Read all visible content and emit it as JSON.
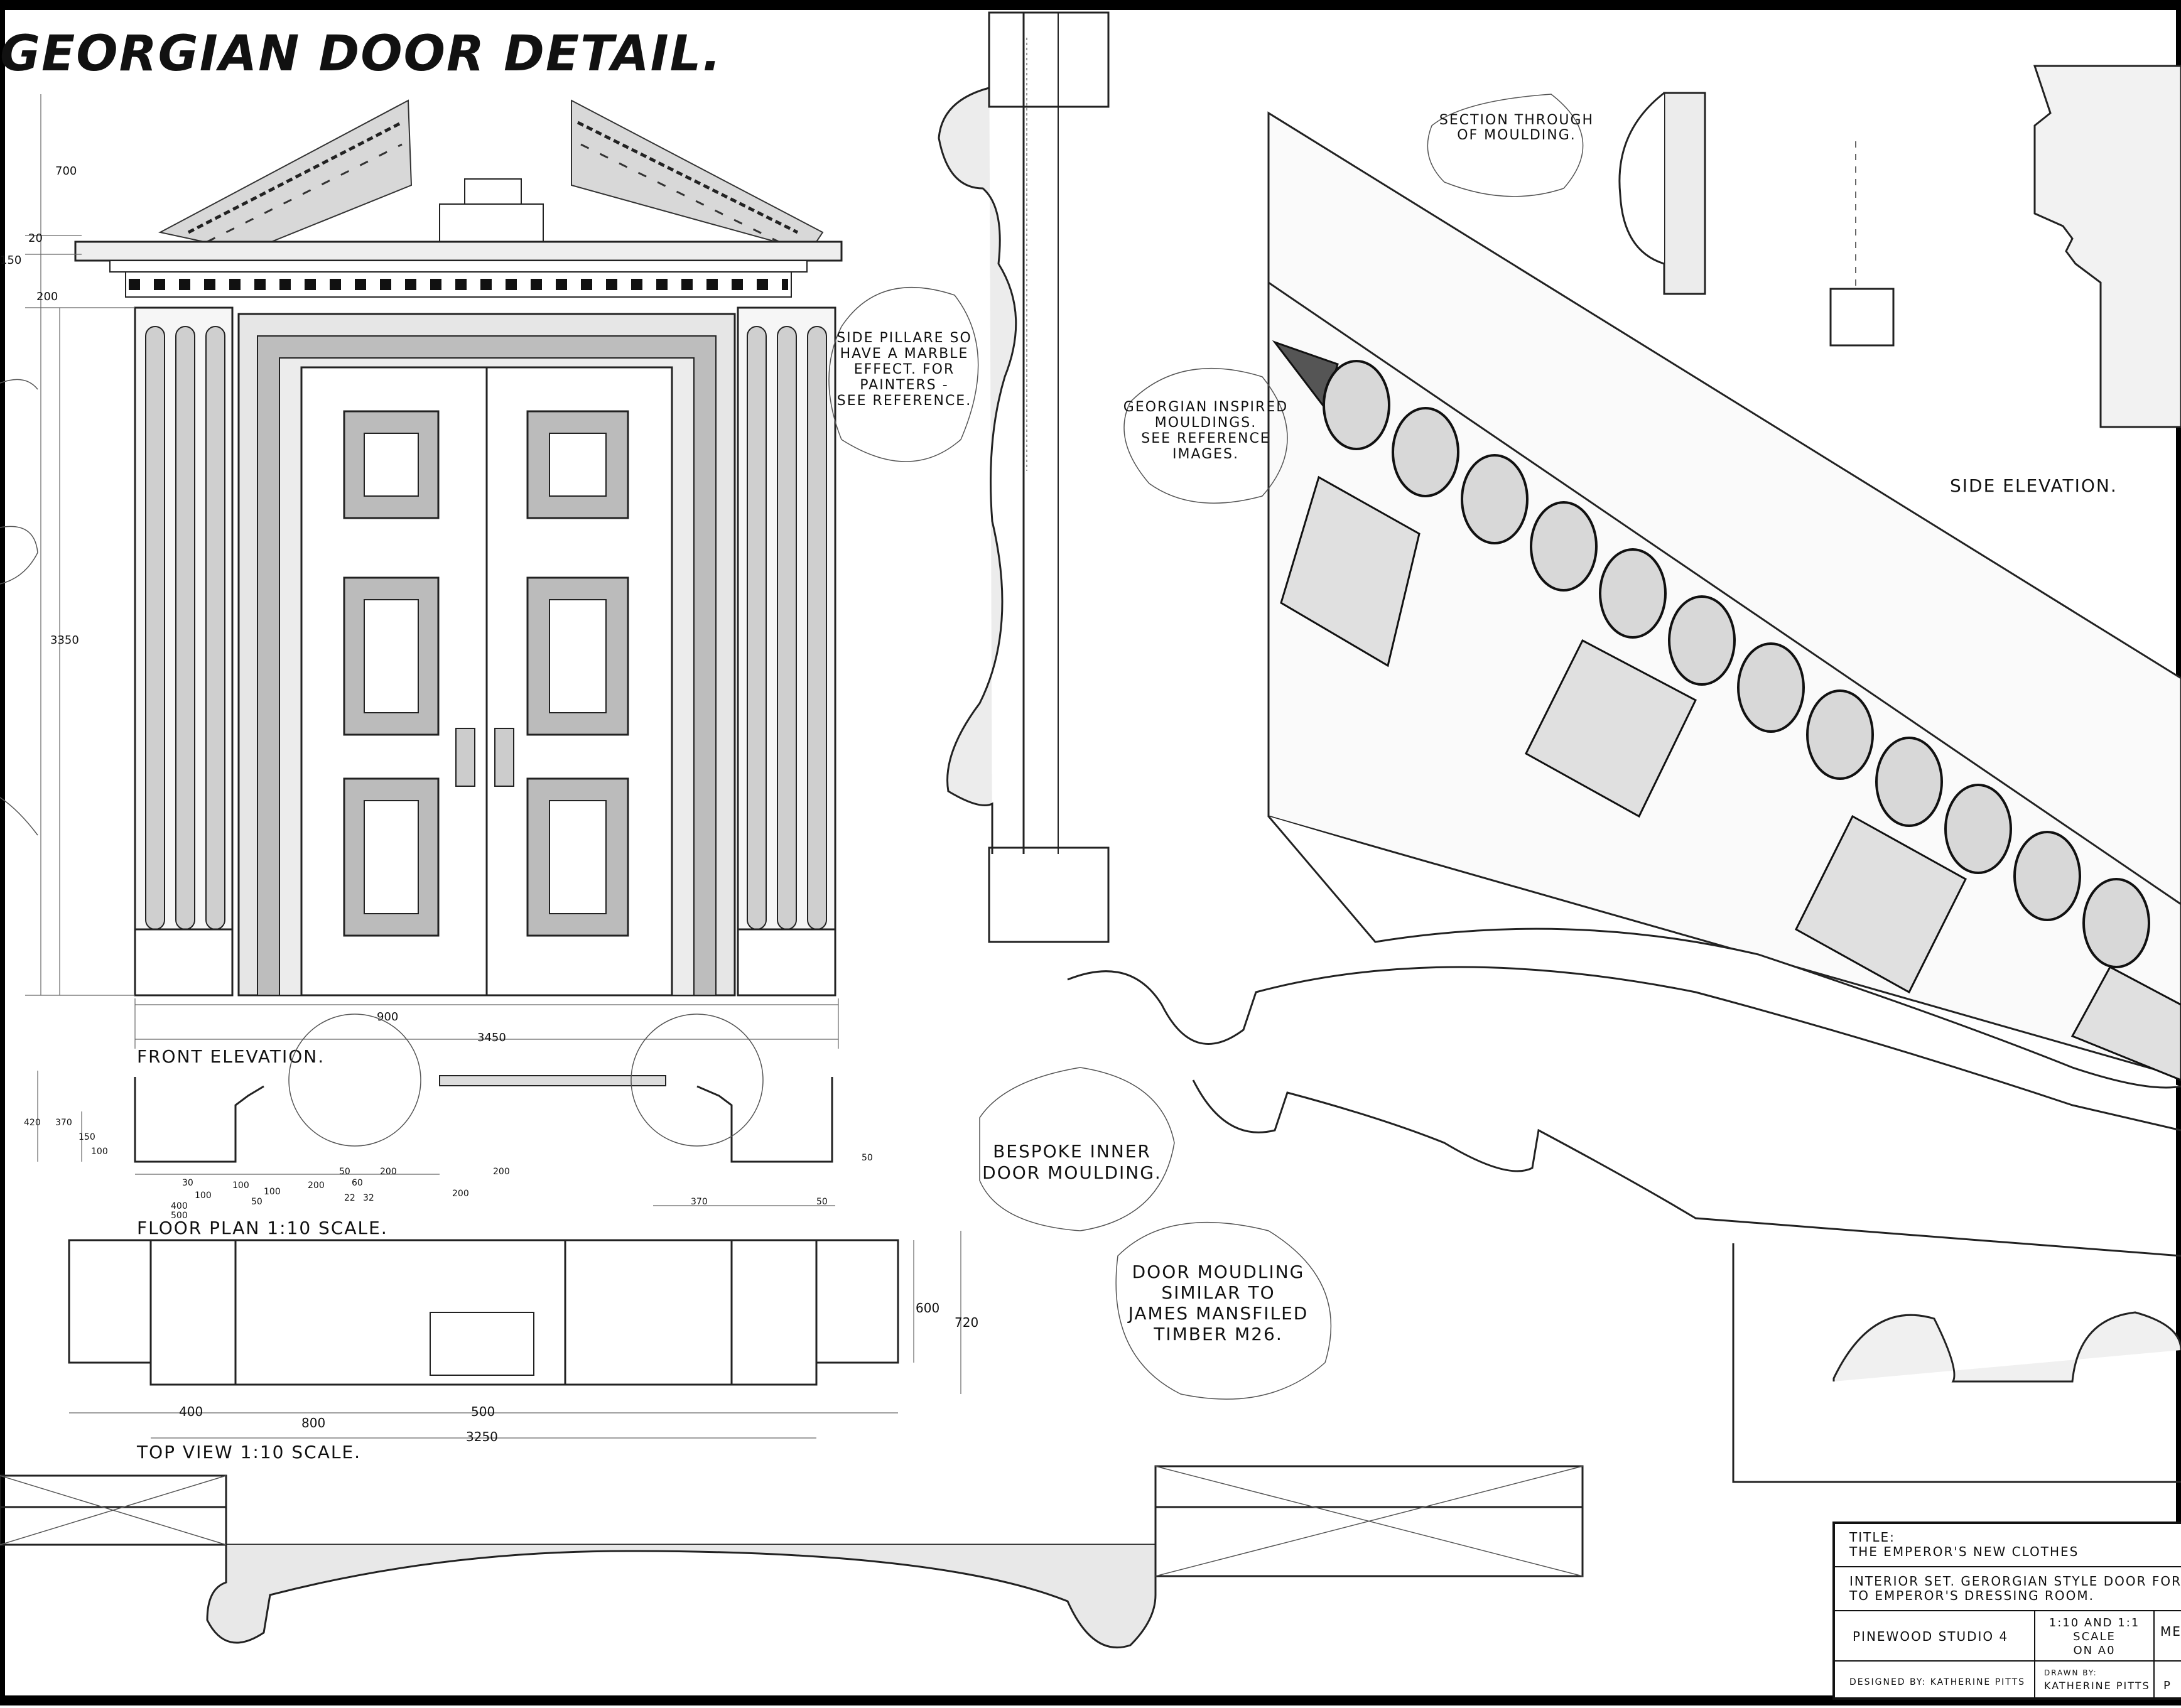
{
  "sheet": {
    "title": "GEORGIAN DOOR DETAIL.",
    "views": {
      "front": "FRONT ELEVATION.",
      "floor": "FLOOR PLAN 1:10 SCALE.",
      "top": "TOP VIEW 1:10 SCALE.",
      "side": "SIDE ELEVATION."
    },
    "dimensions": {
      "front": [
        "700",
        "20",
        "150",
        "200",
        "3350",
        "900",
        "3450"
      ],
      "floor": [
        "420",
        "370",
        "150",
        "100",
        "30",
        "100",
        "400",
        "500",
        "100",
        "50",
        "100",
        "200",
        "50",
        "60",
        "22",
        "32",
        "200",
        "200",
        "200",
        "370",
        "50",
        "50"
      ],
      "top": [
        "600",
        "720",
        "400",
        "800",
        "500",
        "3250"
      ]
    },
    "notes": {
      "side_pillars": [
        "SIDE PILLARE SO",
        "HAVE A MARBLE",
        "EFFECT. FOR",
        "PAINTERS -",
        "SEE REFERENCE."
      ],
      "mouldings": [
        "GEORGIAN INSPIRED",
        "MOULDINGS.",
        "SEE REFERENCE",
        "IMAGES."
      ],
      "section": [
        "SECTION THROUGH",
        "OF MOULDING."
      ],
      "inner": [
        "BESPOKE INNER",
        "DOOR MOULDING."
      ],
      "similar": [
        "DOOR MOUDLING",
        "SIMILAR TO",
        "JAMES MANSFILED",
        "TIMBER M26."
      ]
    },
    "title_block": {
      "title_label": "TITLE:",
      "title": "THE EMPEROR'S NEW CLOTHES",
      "desc1": "INTERIOR SET. GERORGIAN STYLE DOOR FOR E",
      "desc2": "TO EMPEROR'S DRESSING ROOM.",
      "studio": "PINEWOOD STUDIO 4",
      "scale1": "1:10 AND 1:1",
      "scale2": "SCALE",
      "scale3": "ON A0",
      "cut": "ME",
      "designed": "DESIGNED BY: KATHERINE PITTS",
      "drawn_label": "DRAWN BY:",
      "drawn": "KATHERINE PITTS",
      "cut2": "P"
    }
  }
}
